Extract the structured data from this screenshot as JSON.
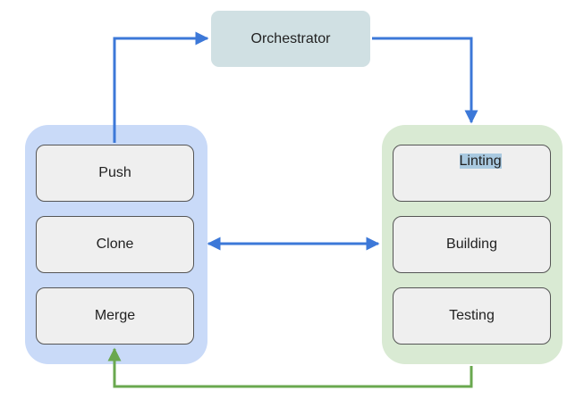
{
  "orchestrator": {
    "label": "Orchestrator"
  },
  "left_group": {
    "steps": [
      {
        "label": "Push"
      },
      {
        "label": "Clone"
      },
      {
        "label": "Merge"
      }
    ]
  },
  "right_group": {
    "steps": [
      {
        "label": "Linting"
      },
      {
        "label": "Building"
      },
      {
        "label": "Testing"
      }
    ]
  },
  "colors": {
    "left_group_fill": "#c9daf8",
    "right_group_fill": "#d9ead3",
    "orchestrator_fill": "#d0e0e3",
    "node_fill": "#efefef",
    "blue_arrow": "#3c78d8",
    "green_arrow": "#6aa84f",
    "text_highlight": "#a9c9e0"
  }
}
